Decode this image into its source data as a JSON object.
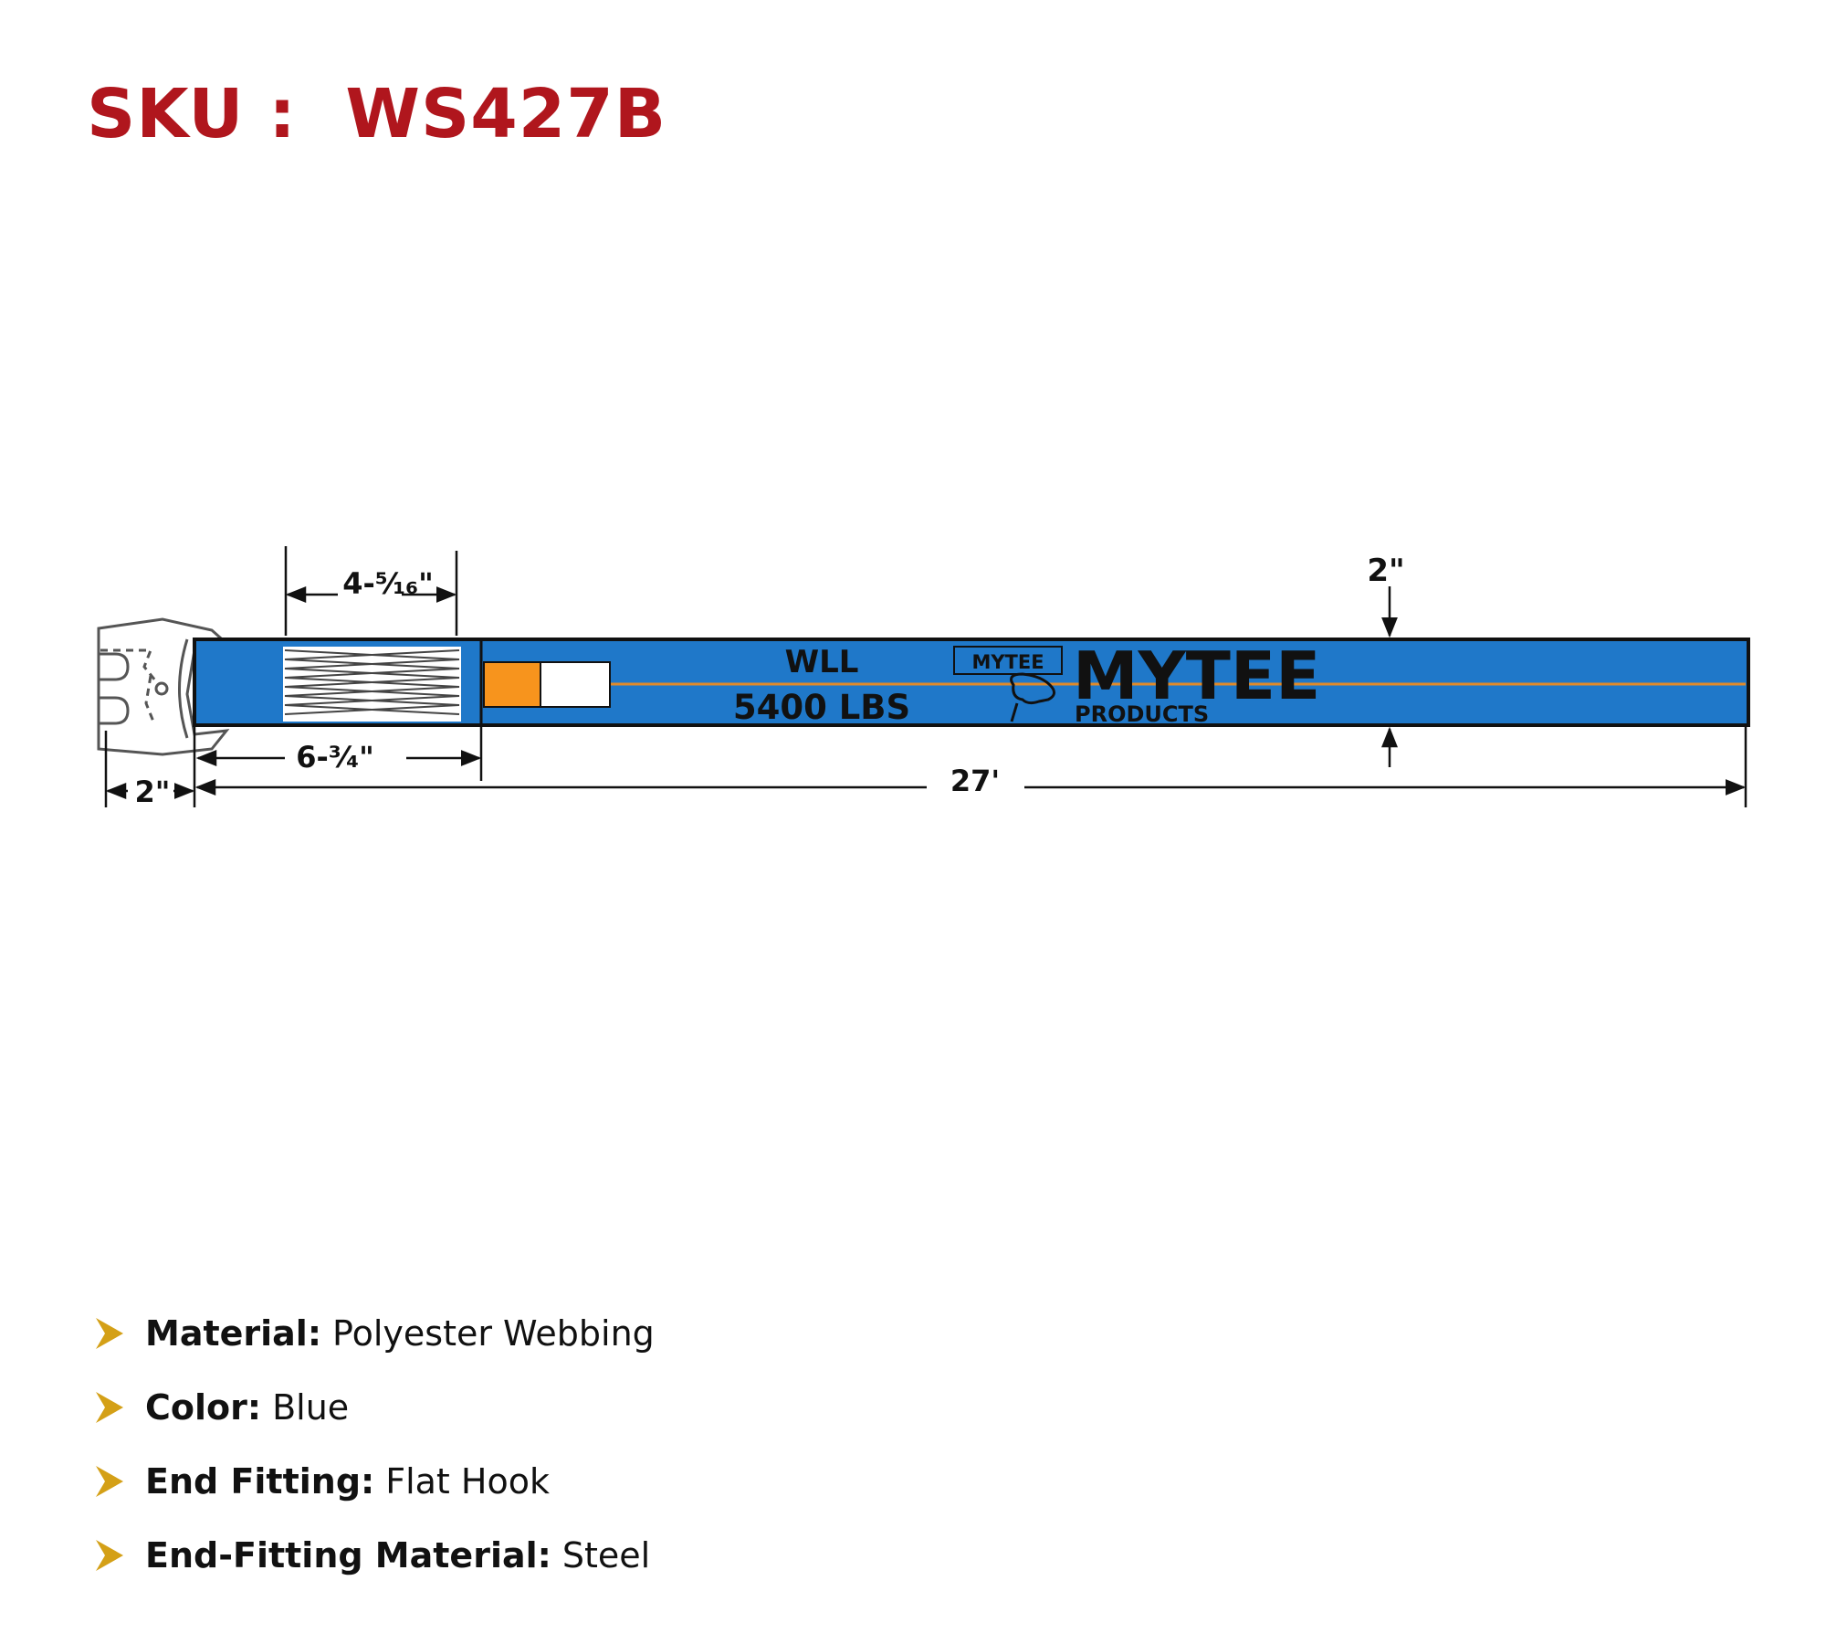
{
  "header": {
    "sku_label": "SKU :",
    "sku_value": "WS427B"
  },
  "diagram": {
    "strap_label_wll": "WLL",
    "strap_label_capacity": "5400 LBS",
    "brand_small": "MYTEE",
    "brand_large": "MYTEE",
    "brand_sub": "PRODUCTS",
    "dimensions": {
      "stitch_length": "4-⁵⁄₁₆\"",
      "sewn_section": "6-³⁄₄\"",
      "hook_width": "2\"",
      "total_length": "27'",
      "webbing_width": "2\""
    },
    "colors": {
      "webbing": "#1f78c9",
      "center_stripe": "#e08a2a",
      "label_orange": "#f7941d",
      "outline": "#111111"
    }
  },
  "specs": [
    {
      "label": "Material:",
      "value": "Polyester Webbing"
    },
    {
      "label": "Color:",
      "value": "Blue"
    },
    {
      "label": "End Fitting:",
      "value": "Flat Hook"
    },
    {
      "label": "End-Fitting Material:",
      "value": "Steel"
    }
  ],
  "bullet_color": "#d4a017",
  "icons": {
    "bullet": "chevron-right-icon",
    "hook": "flat-hook-icon",
    "logo": "mytee-logo-icon"
  }
}
